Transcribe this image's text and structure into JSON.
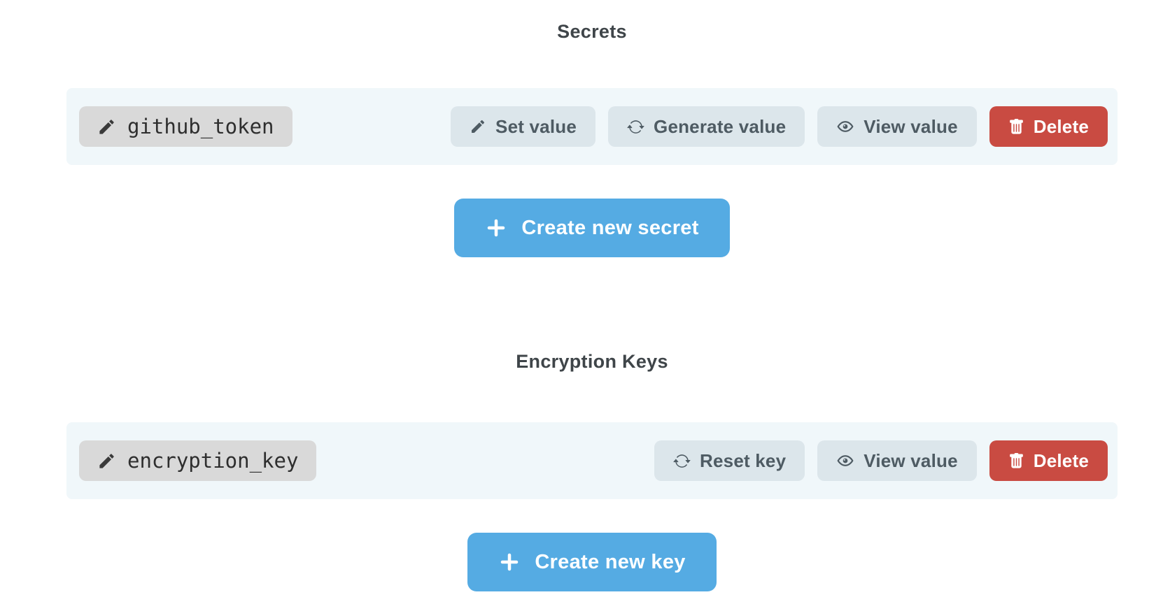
{
  "colors": {
    "accent_blue": "#55abe3",
    "danger_red": "#c94b42",
    "row_bg": "#f0f7fa",
    "chip_bg": "#d9d9d9",
    "action_button_bg": "#dce6eb",
    "action_button_text": "#4e5b63",
    "heading_text": "#3f4549",
    "chip_text": "#2e2e2e"
  },
  "icons": {
    "name_chip": "pencil-icon",
    "set_value": "pencil-icon",
    "generate_value": "refresh-icon",
    "reset_key": "refresh-icon",
    "view_value": "eye-icon",
    "delete": "trash-icon",
    "create": "plus-icon"
  },
  "secrets": {
    "title": "Secrets",
    "row": {
      "name": "github_token",
      "actions": {
        "set": "Set value",
        "generate": "Generate value",
        "view": "View value",
        "delete": "Delete"
      }
    },
    "create_button": "Create new secret"
  },
  "encryption_keys": {
    "title": "Encryption Keys",
    "row": {
      "name": "encryption_key",
      "actions": {
        "reset": "Reset key",
        "view": "View value",
        "delete": "Delete"
      }
    },
    "create_button": "Create new key"
  }
}
